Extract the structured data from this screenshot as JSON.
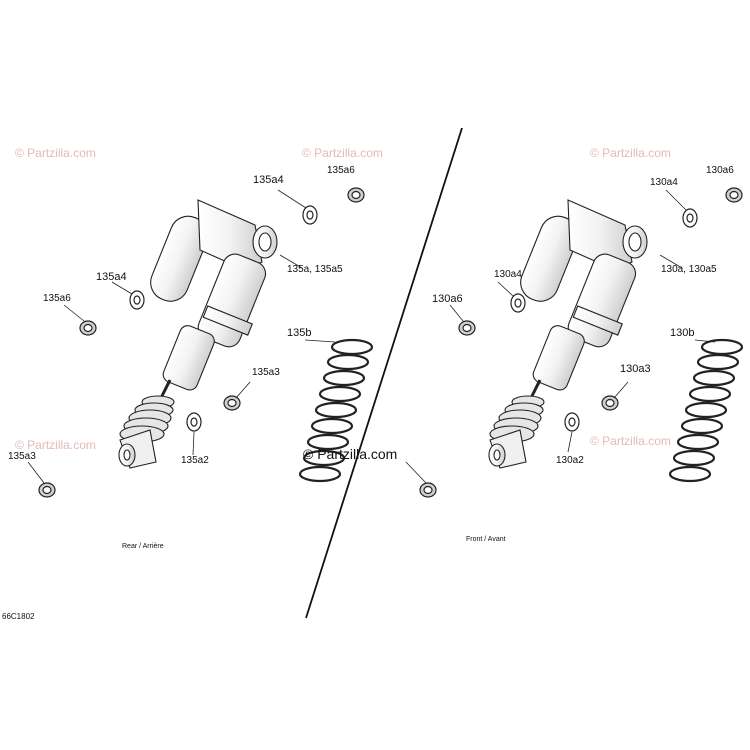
{
  "watermark": "© Partzilla.com",
  "diagram_code": "66C1802",
  "rear": {
    "caption": "Rear / Arrière",
    "labels": {
      "washer_top": "135a4",
      "cap_top": "135a6",
      "shock_assembly": "135a, 135a5",
      "washer_left": "135a4",
      "cap_left": "135a6",
      "spring": "135b",
      "bushing_right": "135a3",
      "bushing_bottom": "135a2",
      "bushing_left": "135a3"
    }
  },
  "front": {
    "caption": "Front / Avant",
    "labels": {
      "washer_top": "130a4",
      "cap_top": "130a6",
      "shock_assembly": "130a, 130a5",
      "washer_left": "130a4",
      "cap_left": "130a6",
      "spring": "130b",
      "bushing_right": "130a3",
      "bushing_bottom": "130a2"
    }
  }
}
